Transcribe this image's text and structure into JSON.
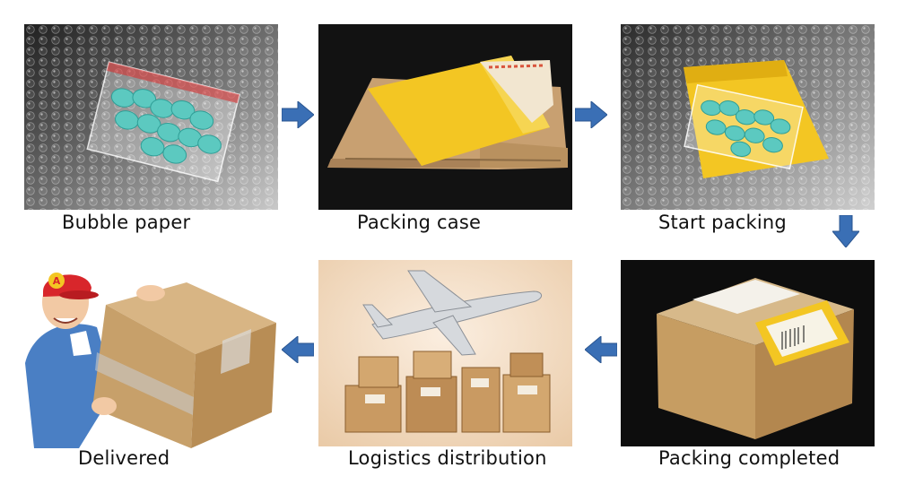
{
  "steps": [
    {
      "label": "Bubble paper"
    },
    {
      "label": "Packing case"
    },
    {
      "label": "Start packing"
    },
    {
      "label": "Packing completed"
    },
    {
      "label": "Logistics distribution"
    },
    {
      "label": "Delivered"
    }
  ],
  "logo_letter": "A",
  "colors": {
    "arrow": "#3a6fb5",
    "envelope": "#f3c623",
    "cardboard": "#c8a071",
    "pill": "#5cc9c0",
    "cap": "#d8262b"
  }
}
